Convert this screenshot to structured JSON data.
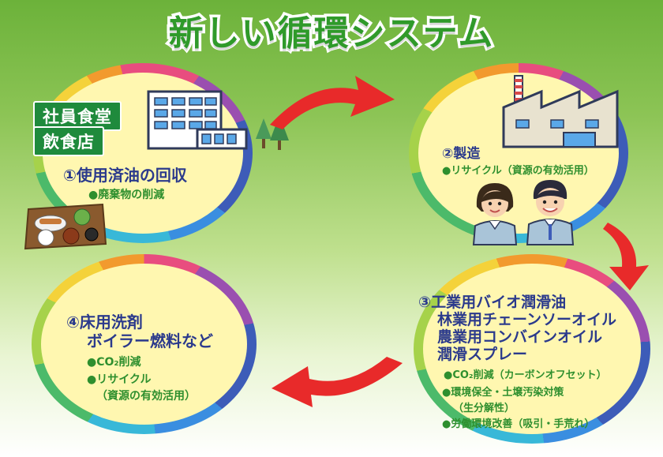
{
  "title": "新しい循環システム",
  "step1": {
    "tags": [
      "社員食堂",
      "飲食店"
    ],
    "title": "①使用済油の回収",
    "bullets": [
      "●廃棄物の削減"
    ]
  },
  "step2": {
    "title": "②製造",
    "bullets": [
      "●リサイクル（資源の有効活用）"
    ]
  },
  "step3": {
    "title_lines": [
      "③工業用バイオ潤滑油",
      "林業用チェーンソーオイル",
      "農業用コンバインオイル",
      "潤滑スプレー"
    ],
    "bullets": [
      "●CO₂削減（カーボンオフセット）",
      "●環境保全・土壌汚染対策",
      "（生分解性）",
      "●労働環境改善（吸引・手荒れ）"
    ]
  },
  "step4": {
    "title_lines": [
      "④床用洗剤",
      "ボイラー燃料など"
    ],
    "bullets": [
      "●CO₂削減",
      "●リサイクル",
      "（資源の有効活用）"
    ]
  },
  "colors": {
    "title_green": "#2f9a2a",
    "tag_green": "#1f8a3c",
    "step_navy": "#2b3a8c",
    "bullet_green": "#2e8f2e",
    "arrow_red": "#e82a2a",
    "circle_fill": "#fff7b0"
  },
  "icons": [
    "office-building-icon",
    "tree-icon",
    "factory-icon",
    "worker-woman-icon",
    "worker-man-icon",
    "meal-tray-icon",
    "cycle-arrow-icon"
  ]
}
